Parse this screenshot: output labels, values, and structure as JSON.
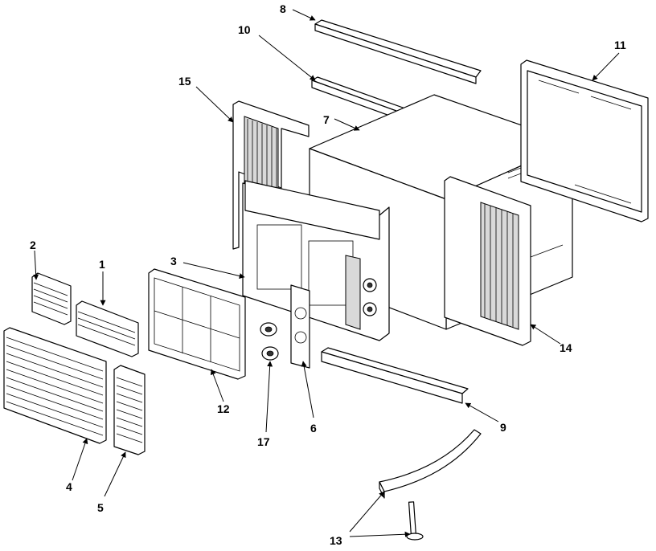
{
  "diagram": {
    "labels": [
      "8",
      "10",
      "11",
      "15",
      "7",
      "2",
      "1",
      "3",
      "14",
      "12",
      "9",
      "4",
      "17",
      "6",
      "5",
      "13"
    ]
  }
}
